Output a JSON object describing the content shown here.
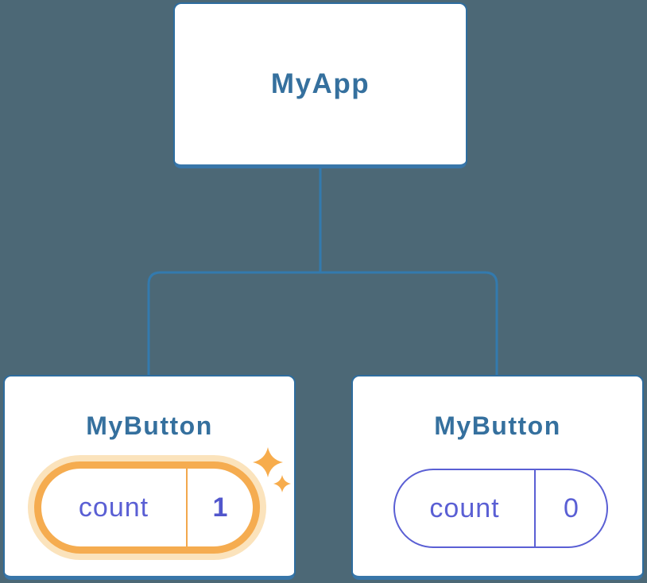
{
  "diagram": {
    "description": "React component tree showing isolated state",
    "background_color": "#4C6876",
    "root": {
      "label": "MyApp"
    },
    "children": [
      {
        "label": "MyButton",
        "highlighted": true,
        "state": {
          "key": "count",
          "value": "1"
        },
        "icon": "sparkles-icon"
      },
      {
        "label": "MyButton",
        "highlighted": false,
        "state": {
          "key": "count",
          "value": "0"
        }
      }
    ],
    "colors": {
      "card_background": "#FFFFFF",
      "card_border": "#2E6D9F",
      "card_border_bottom": "#3876A9",
      "component_label_text": "#35709E",
      "connector_line": "#337AAE",
      "state_text_purple": "#5A5FD4",
      "state_value_bold_purple": "#5156CC",
      "highlight_ring_orange": "#F5AC50",
      "highlight_halo_cream": "#FBE3BC",
      "highlight_divider_orange": "#F2A74D",
      "sparkle_orange": "#F7AC4C"
    }
  }
}
